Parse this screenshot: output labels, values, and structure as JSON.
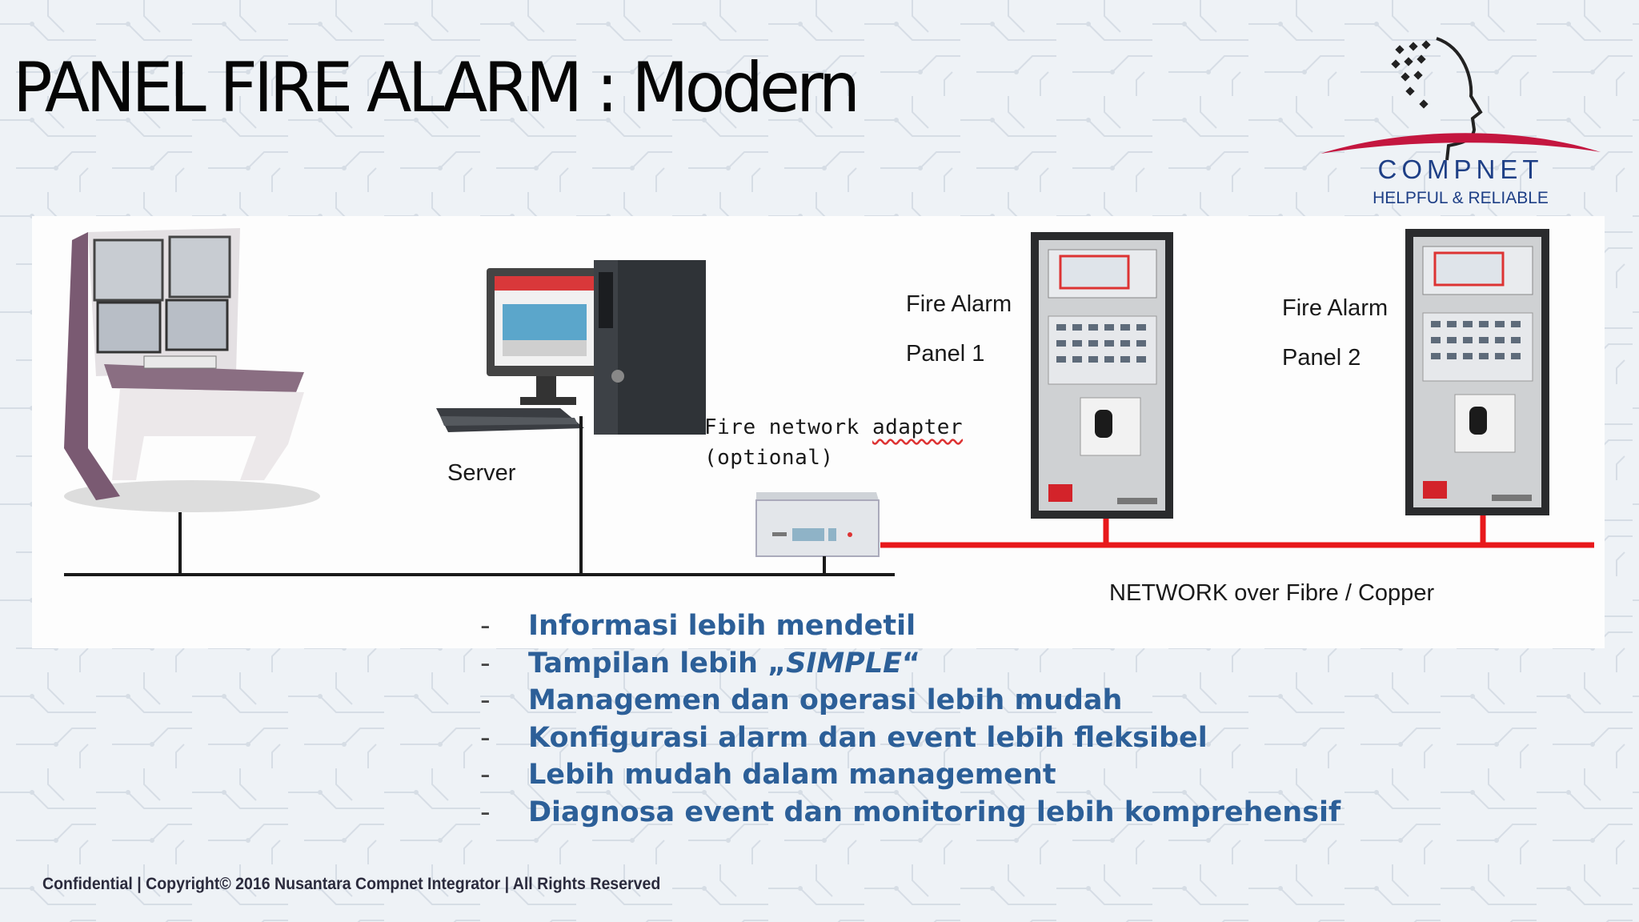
{
  "slide": {
    "title": "PANEL FIRE ALARM : Modern"
  },
  "logo": {
    "name": "COMPNET",
    "tagline": "HELPFUL & RELIABLE"
  },
  "diagram": {
    "server_label": "Server",
    "adapter_label_line1": "Fire network adapter",
    "adapter_label_line2": "(optional)",
    "panel1_line1": "Fire Alarm",
    "panel1_line2": "Panel 1",
    "panel2_line1": "Fire Alarm",
    "panel2_line2": "Panel 2",
    "network_label": "NETWORK over Fibre / Copper",
    "network_color": "#e8191c"
  },
  "bullets": {
    "dash": "-",
    "b1": "Informasi lebih mendetil",
    "b2_prefix": "Tampilan lebih „",
    "b2_emph": "SIMPLE",
    "b2_suffix": "“",
    "b3": "Managemen dan operasi lebih mudah",
    "b4": "Konfigurasi alarm dan event lebih fleksibel",
    "b5": "Lebih mudah dalam management",
    "b6": "Diagnosa event dan monitoring lebih komprehensif"
  },
  "footer": {
    "text": "Confidential | Copyright© 2016 Nusantara Compnet Integrator | All Rights Reserved"
  }
}
